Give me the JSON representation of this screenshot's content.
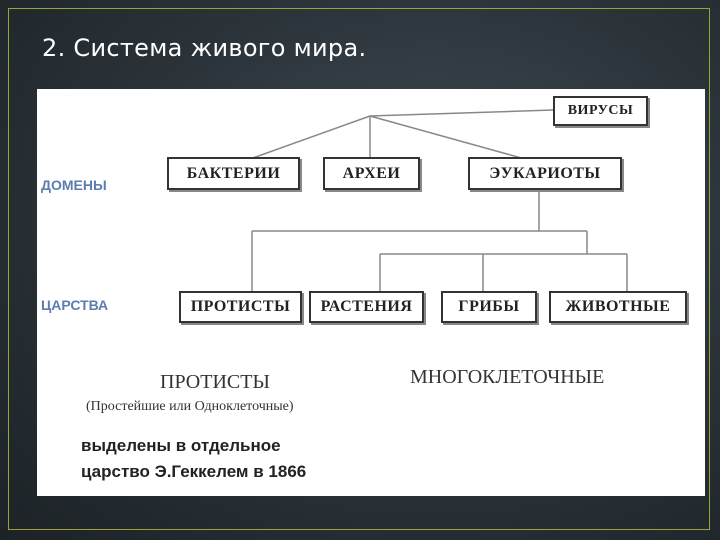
{
  "title": "2. Система живого мира.",
  "labels": {
    "domains": "ДОМЕНЫ",
    "kingdoms": "ЦАРСТВА"
  },
  "nodes": {
    "viruses": "ВИРУСЫ",
    "bacteria": "БАКТЕРИИ",
    "archaea": "АРХЕИ",
    "eukaryotes": "ЭУКАРИОТЫ",
    "protists": "ПРОТИСТЫ",
    "plants": "РАСТЕНИЯ",
    "fungi": "ГРИБЫ",
    "animals": "ЖИВОТНЫЕ"
  },
  "captions": {
    "protists_heading": "ПРОТИСТЫ",
    "protists_sub": "(Простейшие или Одноклеточные)",
    "multicellular_heading": "МНОГОКЛЕТОЧНЫЕ",
    "note_line1": "выделены в отдельное",
    "note_line2": "царство Э.Геккелем  в 1866"
  },
  "colors": {
    "label_blue": "#5b7db0",
    "frame_accent": "#9aa23a"
  }
}
